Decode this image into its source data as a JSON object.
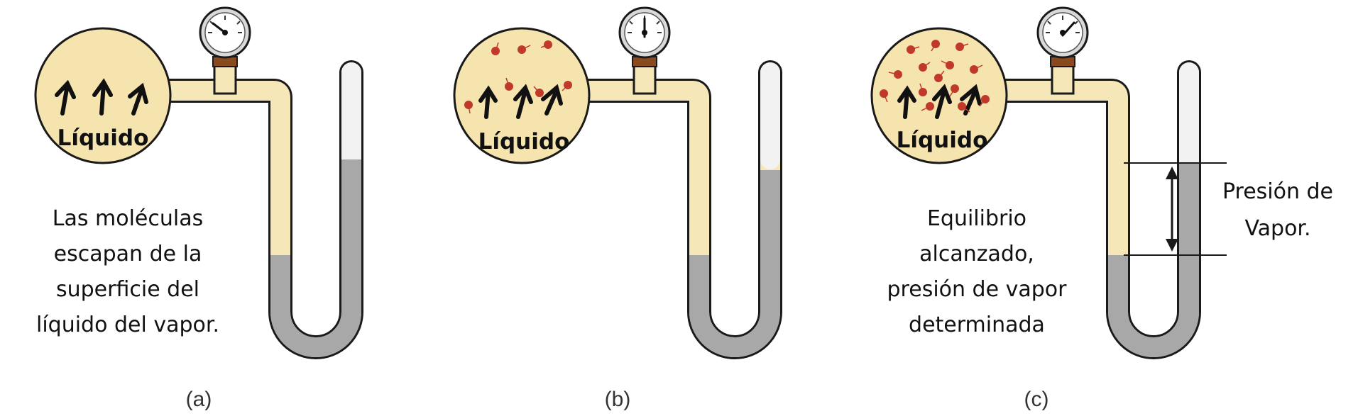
{
  "colors": {
    "flask_fill": "#f6e4ae",
    "outline": "#1a1a1a",
    "tube_fill": "#f6e7b9",
    "mercury": "#a8a8a8",
    "molecule": "#c0392b",
    "gauge_neck": "#8a4a1f"
  },
  "panels": [
    {
      "id": "a",
      "label": "(a)",
      "flask_label": "Líquido",
      "description": [
        "Las moléculas",
        "escapan de la",
        "superficie del",
        "líquido del vapor."
      ],
      "gauge_needle": "needle-pointing-low",
      "molecule_count": 0
    },
    {
      "id": "b",
      "label": "(b)",
      "flask_label": "Líquido",
      "description": [],
      "gauge_needle": "needle-pointing-up",
      "molecule_count": 7
    },
    {
      "id": "c",
      "label": "(c)",
      "flask_label": "Líquido",
      "description": [
        "Equilibrio",
        "alcanzado,",
        "presión de vapor",
        "determinada"
      ],
      "gauge_needle": "needle-pointing-high",
      "molecule_count": 14,
      "pressure_label": [
        "Presión de",
        "Vapor."
      ]
    }
  ]
}
